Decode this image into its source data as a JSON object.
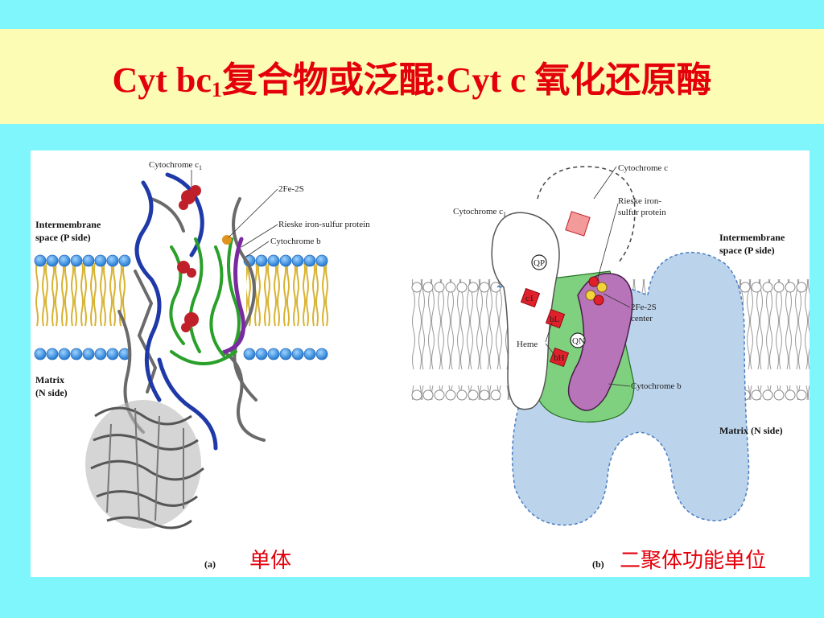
{
  "title": {
    "main": "Cyt bc",
    "subscript": "1",
    "rest": "复合物或泛醌:Cyt c 氧化还原酶"
  },
  "panel_a": {
    "cytochrome_c1": "Cytochrome c",
    "cytochrome_c1_sub": "1",
    "fe2s": "2Fe-2S",
    "rieske": "Rieske iron-sulfur protein",
    "cytochrome_b": "Cytochrome b",
    "intermembrane_line1": "Intermembrane",
    "intermembrane_line2": "space (P side)",
    "matrix_line1": "Matrix",
    "matrix_line2": "(N side)",
    "panel_letter": "(a)",
    "caption": "单体"
  },
  "panel_b": {
    "cytochrome_c": "Cytochrome c",
    "cytochrome_c1": "Cytochrome c",
    "cytochrome_c1_sub": "1",
    "rieske_line1": "Rieske iron-",
    "rieske_line2": "sulfur protein",
    "intermembrane_line1": "Intermembrane",
    "intermembrane_line2": "space (P side)",
    "fe2s_line1": "2Fe-2S",
    "fe2s_line2": "center",
    "qp": "QP",
    "qn": "QN",
    "c1": "c1",
    "bl": "bL",
    "bh": "bH",
    "heme": "Heme",
    "cytochrome_b": "Cytochrome b",
    "matrix": "Matrix (N side)",
    "panel_letter": "(b)",
    "caption": "二聚体功能单位"
  },
  "colors": {
    "background": "#7ff6fb",
    "title_bar": "#fdfcb4",
    "title_text": "#e4000b",
    "caption_text": "#e4000b"
  }
}
